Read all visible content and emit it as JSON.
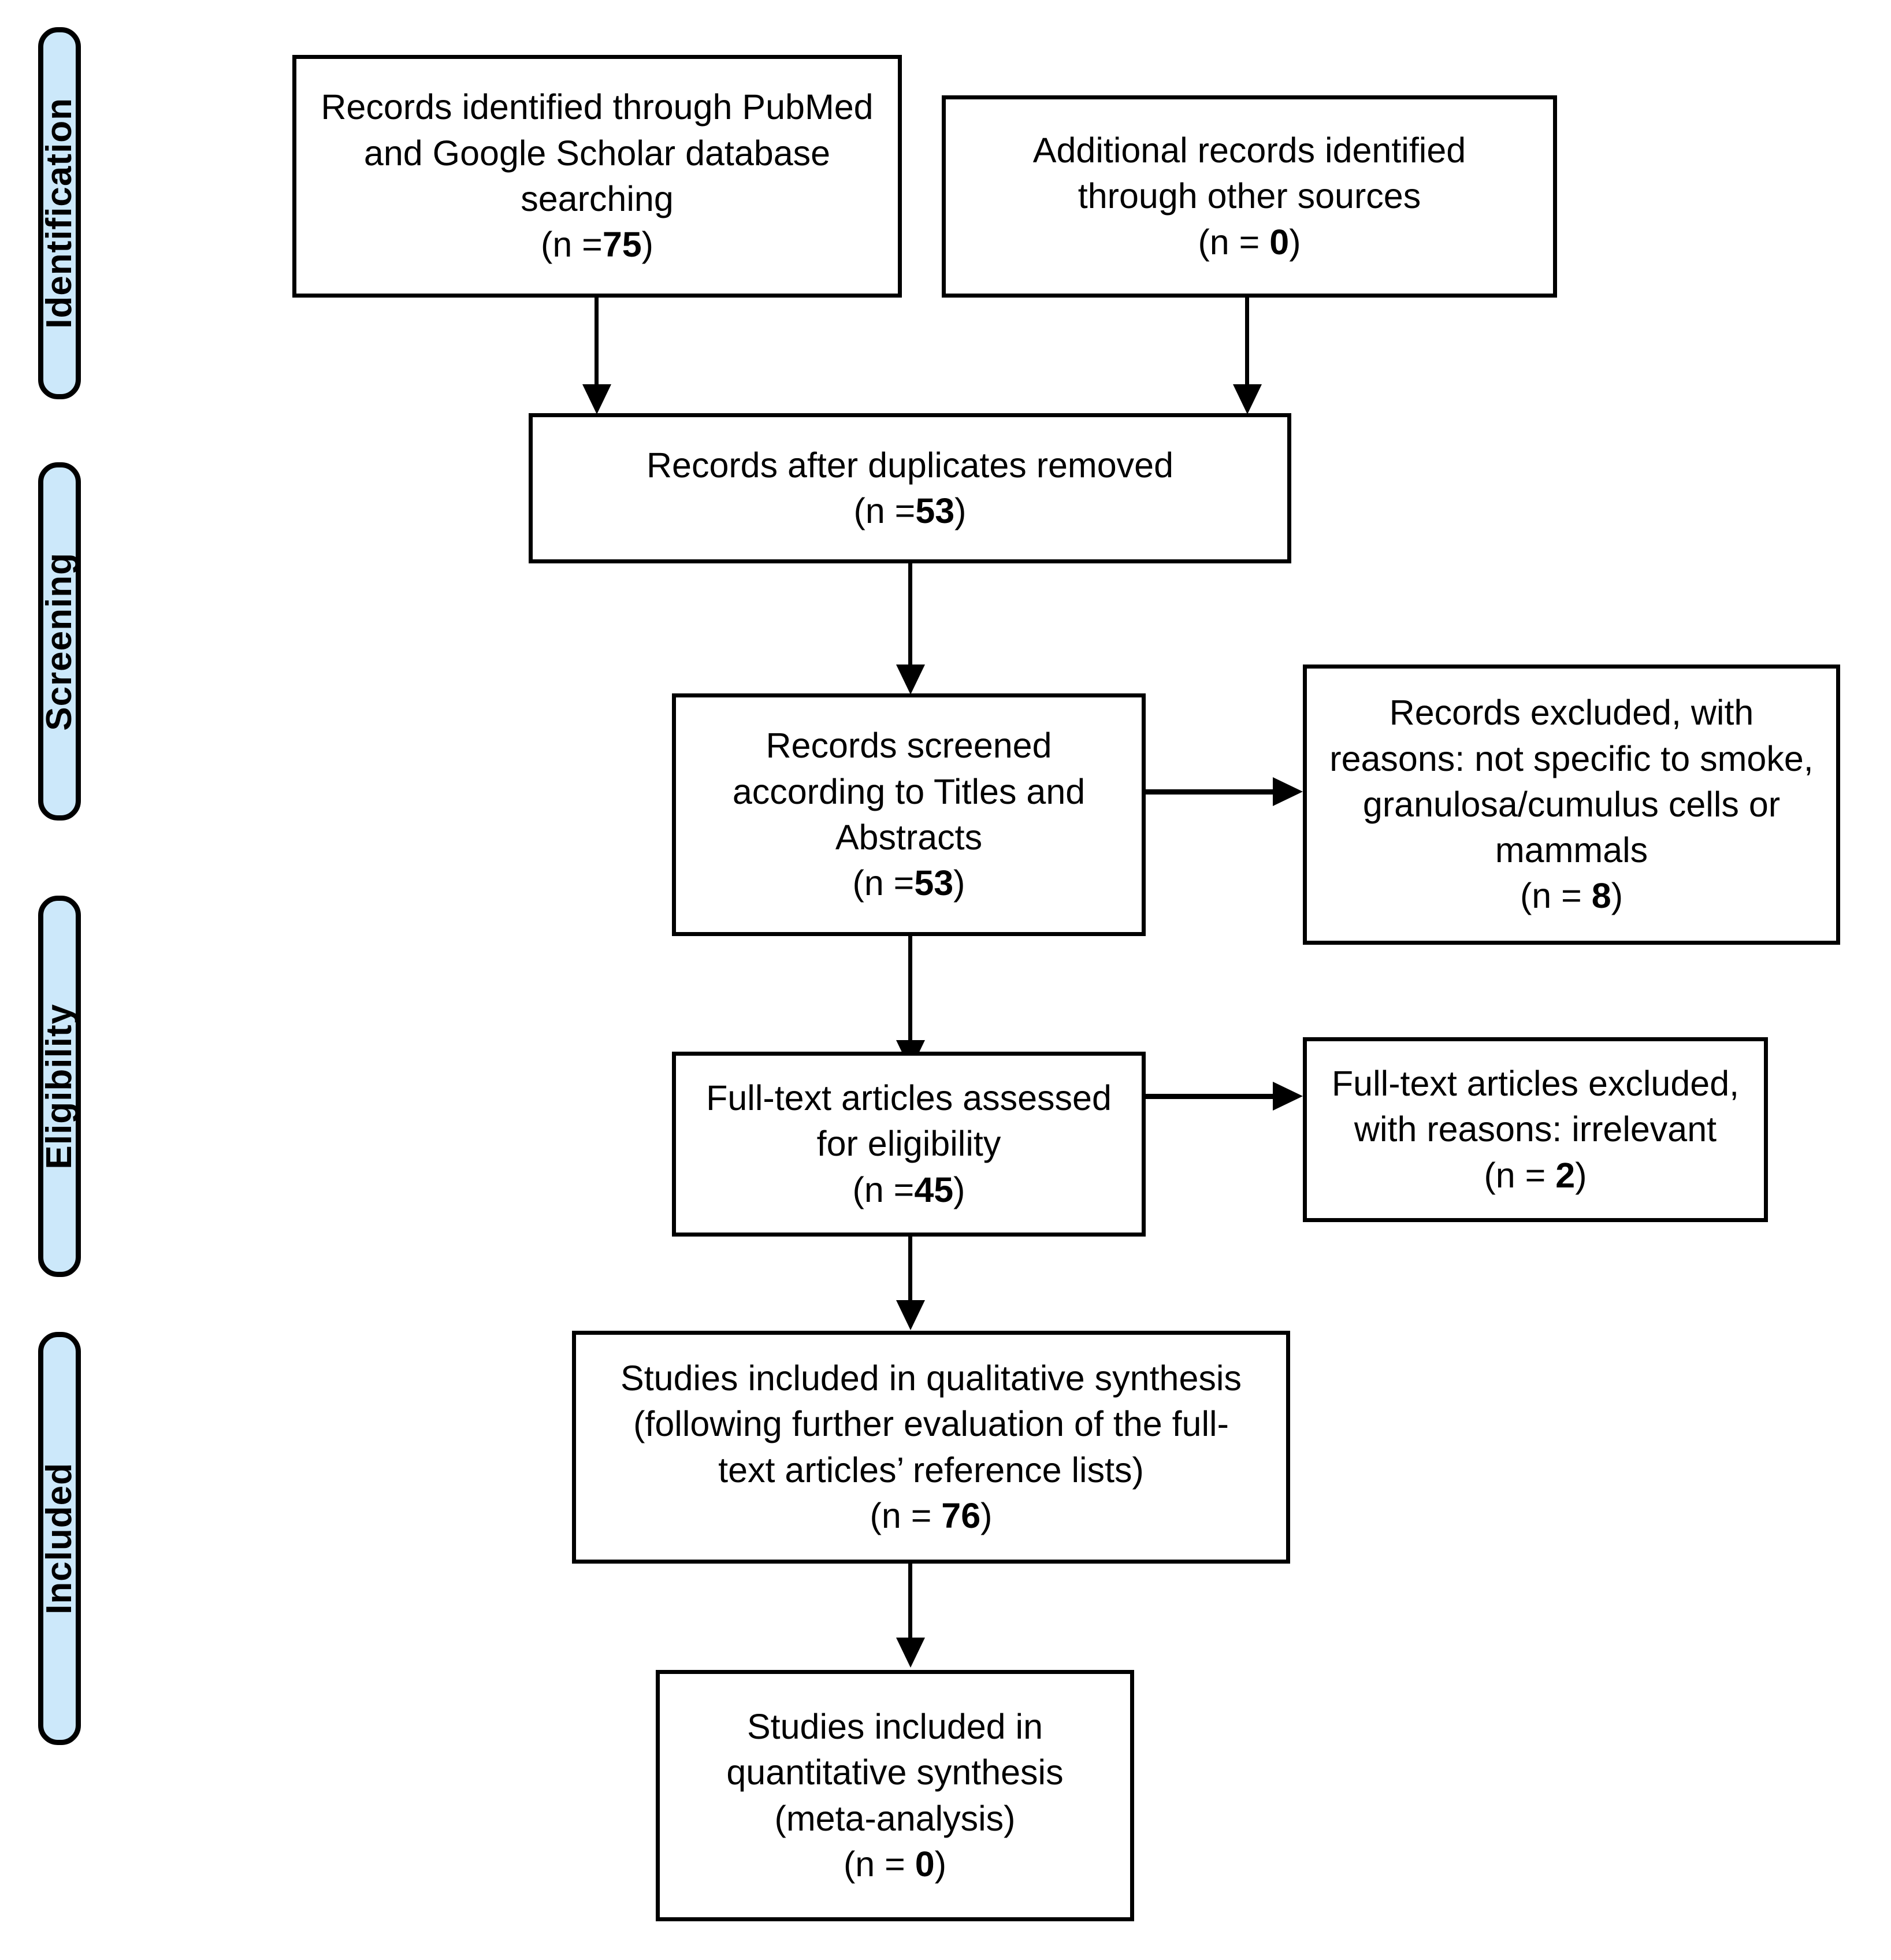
{
  "diagram": {
    "title": "PRISMA flow diagram",
    "accent_color": "#cce8fa",
    "line_color": "#000000",
    "background": "#ffffff"
  },
  "stages": [
    {
      "id": "identification",
      "label": "Identification"
    },
    {
      "id": "screening",
      "label": "Screening"
    },
    {
      "id": "eligibility",
      "label": "Eligibility"
    },
    {
      "id": "included",
      "label": "Included"
    }
  ],
  "boxes": {
    "db_search": {
      "line1": "Records identified through PubMed",
      "line2": "and Google Scholar database",
      "line3": "searching",
      "count_prefix": "(n =",
      "count": "75",
      "count_suffix": ")"
    },
    "other_sources": {
      "line1": "Additional records identified",
      "line2": "through other sources",
      "count_prefix": "(n = ",
      "count": "0",
      "count_suffix": ")"
    },
    "duplicates_removed": {
      "line1": "Records after duplicates removed",
      "count_prefix": "(n =",
      "count": "53",
      "count_suffix": ")"
    },
    "records_screened": {
      "line1": "Records screened",
      "line2": "according to Titles and",
      "line3": "Abstracts",
      "count_prefix": "(n =",
      "count": "53",
      "count_suffix": ")"
    },
    "records_excluded": {
      "line1": "Records excluded, with",
      "line2": "reasons: not specific to smoke,",
      "line3": "granulosa/cumulus cells or",
      "line4": "mammals",
      "count_prefix": "(n = ",
      "count": "8",
      "count_suffix": ")"
    },
    "fulltext_assessed": {
      "line1": "Full-text articles assessed",
      "line2": "for eligibility",
      "count_prefix": "(n =",
      "count": "45",
      "count_suffix": ")"
    },
    "fulltext_excluded": {
      "line1": "Full-text articles excluded,",
      "line2": "with reasons: irrelevant",
      "count_prefix": "(n = ",
      "count": "2",
      "count_suffix": ")"
    },
    "qualitative_synthesis": {
      "line1": "Studies included in qualitative synthesis",
      "line2": "(following further evaluation of the full-",
      "line3": "text articles’ reference lists)",
      "count_prefix": "(n = ",
      "count": "76",
      "count_suffix": ")"
    },
    "quantitative_synthesis": {
      "line1": "Studies included in",
      "line2": "quantitative synthesis",
      "line3": "(meta-analysis)",
      "count_prefix": "(n = ",
      "count": "0",
      "count_suffix": ")"
    }
  },
  "chart_data": {
    "type": "diagram",
    "title": "PRISMA flow diagram",
    "nodes": [
      {
        "id": "db_search",
        "stage": "Identification",
        "label": "Records identified through PubMed and Google Scholar database searching",
        "n": 75
      },
      {
        "id": "other_sources",
        "stage": "Identification",
        "label": "Additional records identified through other sources",
        "n": 0
      },
      {
        "id": "duplicates_removed",
        "stage": "Screening",
        "label": "Records after duplicates removed",
        "n": 53
      },
      {
        "id": "records_screened",
        "stage": "Screening",
        "label": "Records screened according to Titles and Abstracts",
        "n": 53
      },
      {
        "id": "records_excluded",
        "stage": "Screening",
        "label": "Records excluded, with reasons: not specific to smoke, granulosa/cumulus cells or mammals",
        "n": 8
      },
      {
        "id": "fulltext_assessed",
        "stage": "Eligibility",
        "label": "Full-text articles assessed for eligibility",
        "n": 45
      },
      {
        "id": "fulltext_excluded",
        "stage": "Eligibility",
        "label": "Full-text articles excluded, with reasons: irrelevant",
        "n": 2
      },
      {
        "id": "qualitative_synthesis",
        "stage": "Included",
        "label": "Studies included in qualitative synthesis (following further evaluation of the full-text articles’ reference lists)",
        "n": 76
      },
      {
        "id": "quantitative_synthesis",
        "stage": "Included",
        "label": "Studies included in quantitative synthesis (meta-analysis)",
        "n": 0
      }
    ],
    "edges": [
      {
        "from": "db_search",
        "to": "duplicates_removed",
        "direction": "down"
      },
      {
        "from": "other_sources",
        "to": "duplicates_removed",
        "direction": "down"
      },
      {
        "from": "duplicates_removed",
        "to": "records_screened",
        "direction": "down"
      },
      {
        "from": "records_screened",
        "to": "records_excluded",
        "direction": "right"
      },
      {
        "from": "records_screened",
        "to": "fulltext_assessed",
        "direction": "down"
      },
      {
        "from": "fulltext_assessed",
        "to": "fulltext_excluded",
        "direction": "right"
      },
      {
        "from": "fulltext_assessed",
        "to": "qualitative_synthesis",
        "direction": "down"
      },
      {
        "from": "qualitative_synthesis",
        "to": "quantitative_synthesis",
        "direction": "down"
      }
    ]
  }
}
